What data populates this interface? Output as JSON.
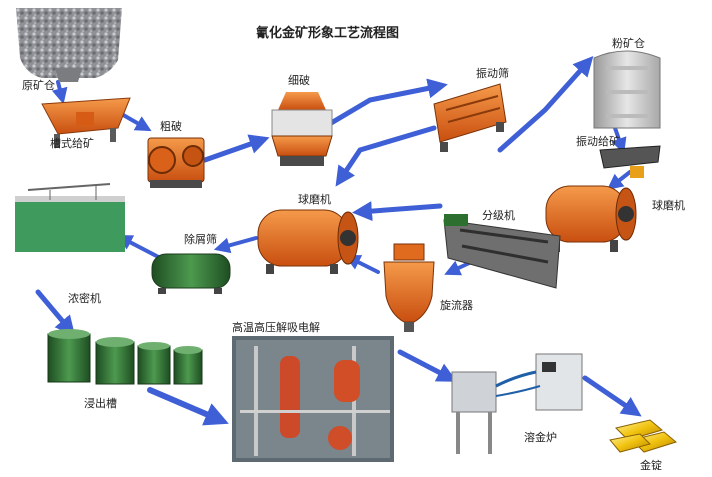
{
  "title": "氰化金矿形象工艺流程图",
  "labels": {
    "raw_ore_bin": "原矿仓",
    "trough_feeder": "槽式给矿",
    "coarse_crusher": "粗破",
    "fine_crusher": "细破",
    "vibrating_screen": "振动筛",
    "powder_bin": "粉矿仓",
    "vibrating_feeder": "振动给矿",
    "ball_mill_right": "球磨机",
    "classifier": "分级机",
    "ball_mill_mid": "球磨机",
    "hydrocyclone": "旋流器",
    "trash_screen": "除屑筛",
    "thickener": "浓密机",
    "leaching_tank": "浸出槽",
    "desorption_electrolysis": "高温高压解吸电解",
    "melting_furnace": "溶金炉",
    "gold_ingot": "金锭"
  },
  "colors": {
    "arrow": "#3e5fd6",
    "machine_orange": "#e8671c",
    "tank_green": "#2f6e33",
    "gold": "#e6b800"
  }
}
